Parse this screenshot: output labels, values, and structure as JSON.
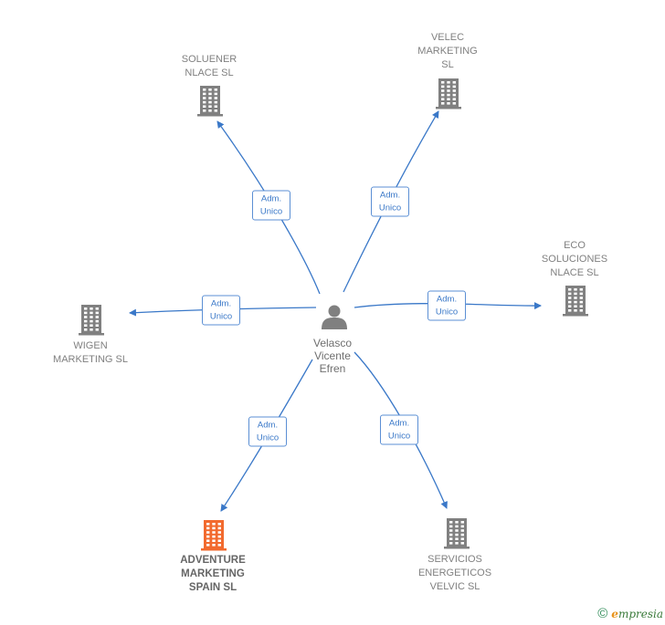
{
  "center": {
    "name_lines": [
      "Velasco",
      "Vicente",
      "Efren"
    ],
    "icon": "person-icon"
  },
  "relation_label_lines": [
    "Adm.",
    "Unico"
  ],
  "companies": [
    {
      "id": "soluener",
      "lines": [
        "SOLUENER",
        "NLACE  SL"
      ],
      "highlight": false
    },
    {
      "id": "velec",
      "lines": [
        "VELEC",
        "MARKETING",
        "SL"
      ],
      "highlight": false
    },
    {
      "id": "eco",
      "lines": [
        "ECO",
        "SOLUCIONES",
        "NLACE  SL"
      ],
      "highlight": false
    },
    {
      "id": "wigen",
      "lines": [
        "WIGEN",
        "MARKETING SL"
      ],
      "highlight": false
    },
    {
      "id": "adventure",
      "lines": [
        "ADVENTURE",
        "MARKETING",
        "SPAIN  SL"
      ],
      "highlight": true
    },
    {
      "id": "servicios",
      "lines": [
        "SERVICIOS",
        "ENERGETICOS",
        "VELVIC  SL"
      ],
      "highlight": false
    }
  ],
  "colors": {
    "edge": "#3a78c8",
    "building": "#808080",
    "building_highlight": "#f26a2e",
    "person": "#808080"
  },
  "footer": {
    "copyright_symbol": "©",
    "brand_initial": "e",
    "brand_rest": "mpresia"
  }
}
